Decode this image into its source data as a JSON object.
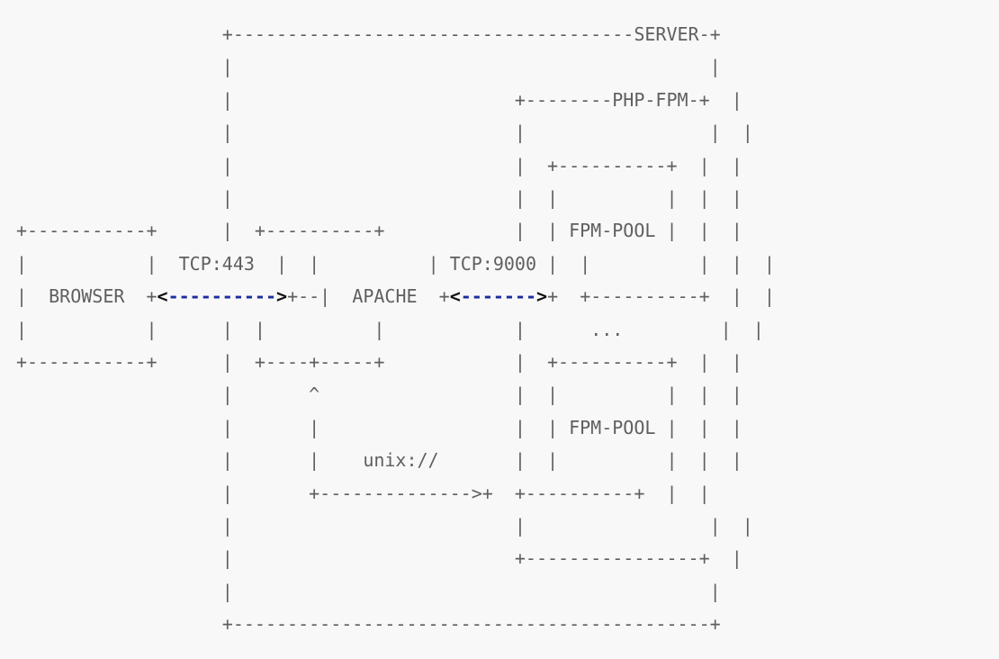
{
  "labels": {
    "server": "SERVER",
    "php_fpm": "PHP-FPM",
    "browser": "BROWSER",
    "apache": "APACHE",
    "fpm_pool_1": "FPM-POOL",
    "fpm_pool_2": "FPM-POOL",
    "ellipsis": "...",
    "tcp_443": "TCP:443",
    "tcp_9000": "TCP:9000",
    "unix_socket": "unix://"
  },
  "colors": {
    "text": "#5f5f5f",
    "arrow_line": "#1b2d9c",
    "arrow_head": "#111111",
    "background": "#f8f8f8"
  }
}
